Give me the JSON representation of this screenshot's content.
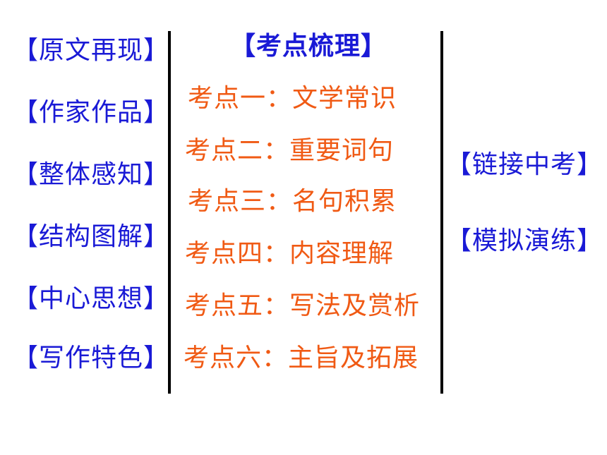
{
  "colors": {
    "blue_links": "#1a1ad6",
    "orange_links": "#f05a14",
    "divider": "#000000"
  },
  "left_menu": [
    "【原文再现】",
    "【作家作品】",
    "【整体感知】",
    "【结构图解】",
    "【中心思想】",
    "【写作特色】"
  ],
  "center": {
    "title": "【考点梳理】",
    "items": [
      "考点一：文学常识",
      "考点二：重要词句",
      "考点三：名句积累",
      "考点四：内容理解",
      "考点五：写法及赏析",
      "考点六：主旨及拓展"
    ]
  },
  "right_menu": [
    "【链接中考】",
    "【模拟演练】"
  ]
}
